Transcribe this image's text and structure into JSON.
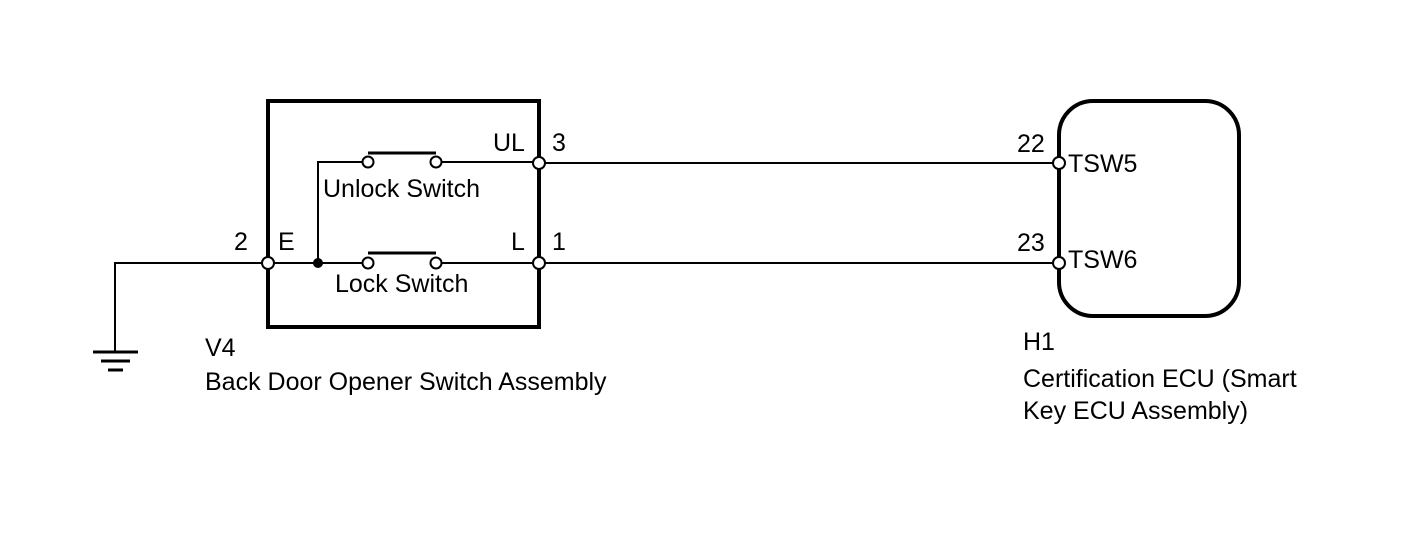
{
  "components": {
    "switch_assembly": {
      "code": "V4",
      "name": "Back Door Opener Switch Assembly",
      "unlock_switch": "Unlock Switch",
      "lock_switch": "Lock Switch",
      "terminals": {
        "ul": "UL",
        "l": "L",
        "e": "E"
      },
      "pins": {
        "ul": "3",
        "l": "1",
        "e": "2"
      }
    },
    "ecu": {
      "code": "H1",
      "name_line1": "Certification ECU (Smart",
      "name_line2": "Key ECU Assembly)",
      "terminals": {
        "tsw5": "TSW5",
        "tsw6": "TSW6"
      },
      "pins": {
        "tsw5": "22",
        "tsw6": "23"
      }
    }
  },
  "icons": [
    "ground-icon",
    "switch-icon",
    "connector-terminal-icon"
  ]
}
